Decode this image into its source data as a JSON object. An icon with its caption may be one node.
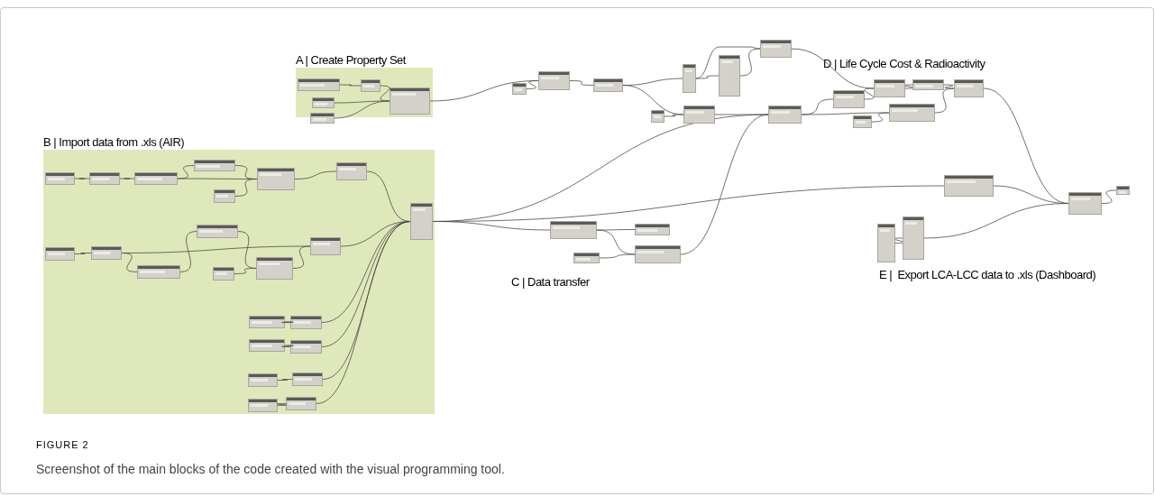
{
  "diagram": {
    "caption": "Screenshot of the main blocks of the code created with the visual programming tool.",
    "nodes": [
      {
        "text": [
          "A | Create Property Set"
        ]
      },
      {
        "text": [
          "B | Import data from .xls (AIR)"
        ]
      },
      {
        "text": [],
        "shape": "box",
        "in": 0
      },
      {
        "text": [],
        "shape": "box",
        "in": 0
      },
      {
        "text": [],
        "shape": "box",
        "in": 0
      },
      {
        "text": [],
        "shape": "box",
        "in": 0
      },
      {
        "text": [],
        "shape": "box",
        "in": 0
      },
      {
        "text": [],
        "shape": "box",
        "in": 1
      },
      {
        "text": [],
        "shape": "box",
        "in": 1
      },
      {
        "text": [],
        "shape": "box",
        "in": 1
      },
      {
        "text": [],
        "shape": "box",
        "in": 1
      },
      {
        "text": [],
        "shape": "box",
        "in": 1
      },
      {
        "text": [],
        "shape": "box",
        "in": 1
      },
      {
        "text": [],
        "shape": "box",
        "in": 1
      },
      {
        "text": [],
        "shape": "box",
        "in": 1
      },
      {
        "text": [],
        "shape": "box",
        "in": 1
      },
      {
        "text": [],
        "shape": "box",
        "in": 1
      },
      {
        "text": [],
        "shape": "box",
        "in": 1
      },
      {
        "text": [],
        "shape": "box",
        "in": 1
      },
      {
        "text": [],
        "shape": "box",
        "in": 1
      },
      {
        "text": [],
        "shape": "box",
        "in": 1
      },
      {
        "text": [],
        "shape": "box",
        "in": 1
      },
      {
        "text": [],
        "shape": "box",
        "in": 1
      },
      {
        "text": [],
        "shape": "box",
        "in": 1
      },
      {
        "text": [],
        "shape": "box",
        "in": 1
      },
      {
        "text": [],
        "shape": "box",
        "in": 1
      },
      {
        "text": [],
        "shape": "box",
        "in": 1
      },
      {
        "text": [],
        "shape": "box",
        "in": 1
      },
      {
        "text": [],
        "shape": "box",
        "in": 1
      },
      {
        "text": [],
        "shape": "box",
        "in": 1
      },
      {
        "text": [],
        "shape": "box"
      },
      {
        "text": [],
        "shape": "box"
      },
      {
        "text": [],
        "shape": "box"
      },
      {
        "text": [],
        "shape": "box"
      },
      {
        "text": [],
        "shape": "box"
      },
      {
        "text": [],
        "shape": "box"
      },
      {
        "text": [],
        "shape": "box"
      },
      {
        "text": [],
        "shape": "box"
      },
      {
        "text": [],
        "shape": "box"
      },
      {
        "text": [],
        "shape": "box"
      },
      {
        "text": [],
        "shape": "box"
      },
      {
        "text": [],
        "shape": "box"
      },
      {
        "text": [],
        "shape": "box"
      },
      {
        "text": [],
        "shape": "box"
      },
      {
        "text": [],
        "shape": "box"
      },
      {
        "text": [],
        "shape": "box"
      },
      {
        "text": [],
        "shape": "box"
      },
      {
        "text": [],
        "shape": "box"
      },
      {
        "text": [],
        "shape": "box"
      },
      {
        "text": [],
        "shape": "box"
      },
      {
        "text": [],
        "shape": "box"
      },
      {
        "text": [],
        "shape": "box"
      },
      {
        "text": [],
        "shape": "box"
      },
      {
        "text": [],
        "shape": "box"
      }
    ],
    "edges": [
      {
        "from": 2,
        "to": 3,
        "arrow": "none"
      },
      {
        "from": 3,
        "to": 4,
        "arrow": "none"
      },
      {
        "from": 5,
        "to": 4,
        "arrow": "none"
      },
      {
        "from": 6,
        "to": 4,
        "arrow": "none"
      },
      {
        "from": 4,
        "to": 31,
        "arrow": "none"
      },
      {
        "from": 30,
        "to": 31,
        "arrow": "none"
      },
      {
        "from": 31,
        "to": 32,
        "arrow": "none"
      },
      {
        "from": 32,
        "to": 33,
        "arrow": "none"
      },
      {
        "from": 32,
        "to": 37,
        "arrow": "none"
      },
      {
        "from": 33,
        "to": 34,
        "arrow": "none"
      },
      {
        "from": 33,
        "to": 35,
        "arrow": "none"
      },
      {
        "from": 34,
        "to": 35,
        "arrow": "none"
      },
      {
        "from": 35,
        "to": 40,
        "arrow": "none"
      },
      {
        "from": 36,
        "to": 37,
        "arrow": "none"
      },
      {
        "from": 37,
        "to": 38,
        "arrow": "none"
      },
      {
        "from": 38,
        "to": 39,
        "arrow": "none"
      },
      {
        "from": 39,
        "to": 40,
        "arrow": "none"
      },
      {
        "from": 40,
        "to": 41,
        "arrow": "none"
      },
      {
        "from": 41,
        "to": 42,
        "arrow": "none"
      },
      {
        "from": 38,
        "to": 44,
        "arrow": "none"
      },
      {
        "from": 43,
        "to": 44,
        "arrow": "none"
      },
      {
        "from": 44,
        "to": 42,
        "arrow": "none"
      },
      {
        "from": 42,
        "to": 50,
        "arrow": "none"
      },
      {
        "from": 7,
        "to": 8,
        "arrow": "none"
      },
      {
        "from": 8,
        "to": 9,
        "arrow": "none"
      },
      {
        "from": 9,
        "to": 10,
        "arrow": "none"
      },
      {
        "from": 9,
        "to": 11,
        "arrow": "none"
      },
      {
        "from": 10,
        "to": 11,
        "arrow": "none"
      },
      {
        "from": 12,
        "to": 11,
        "arrow": "none"
      },
      {
        "from": 11,
        "to": 13,
        "arrow": "none"
      },
      {
        "from": 13,
        "to": 21,
        "arrow": "none"
      },
      {
        "from": 14,
        "to": 15,
        "arrow": "none"
      },
      {
        "from": 15,
        "to": 16,
        "arrow": "none"
      },
      {
        "from": 15,
        "to": 20,
        "arrow": "none"
      },
      {
        "from": 16,
        "to": 17,
        "arrow": "none"
      },
      {
        "from": 17,
        "to": 19,
        "arrow": "none"
      },
      {
        "from": 18,
        "to": 19,
        "arrow": "none"
      },
      {
        "from": 19,
        "to": 20,
        "arrow": "none"
      },
      {
        "from": 20,
        "to": 21,
        "arrow": "none"
      },
      {
        "from": 22,
        "to": 23,
        "arrow": "none"
      },
      {
        "from": 23,
        "to": 21,
        "arrow": "none"
      },
      {
        "from": 24,
        "to": 25,
        "arrow": "none"
      },
      {
        "from": 25,
        "to": 21,
        "arrow": "none"
      },
      {
        "from": 26,
        "to": 27,
        "arrow": "none"
      },
      {
        "from": 27,
        "to": 21,
        "arrow": "none"
      },
      {
        "from": 28,
        "to": 29,
        "arrow": "none"
      },
      {
        "from": 29,
        "to": 21,
        "arrow": "none"
      },
      {
        "from": 21,
        "to": 38,
        "arrow": "none"
      },
      {
        "from": 21,
        "to": 49,
        "arrow": "none"
      },
      {
        "from": 21,
        "to": 45,
        "arrow": "none"
      },
      {
        "from": 45,
        "to": 46,
        "arrow": "none"
      },
      {
        "from": 45,
        "to": 48,
        "arrow": "none"
      },
      {
        "from": 47,
        "to": 48,
        "arrow": "none"
      },
      {
        "from": 48,
        "to": 38,
        "arrow": "none"
      },
      {
        "from": 49,
        "to": 50,
        "arrow": "none"
      },
      {
        "from": 52,
        "to": 53,
        "arrow": "none"
      },
      {
        "from": 53,
        "to": 50,
        "arrow": "none"
      },
      {
        "from": 50,
        "to": 51,
        "arrow": "none"
      }
    ],
    "labels": [
      "C | Data transfer",
      "D | Life Cycle Cost & Radioactivity",
      "E |  Export LCA-LCC data to .xls (Dashboard)",
      "FIGURE 2"
    ]
  }
}
